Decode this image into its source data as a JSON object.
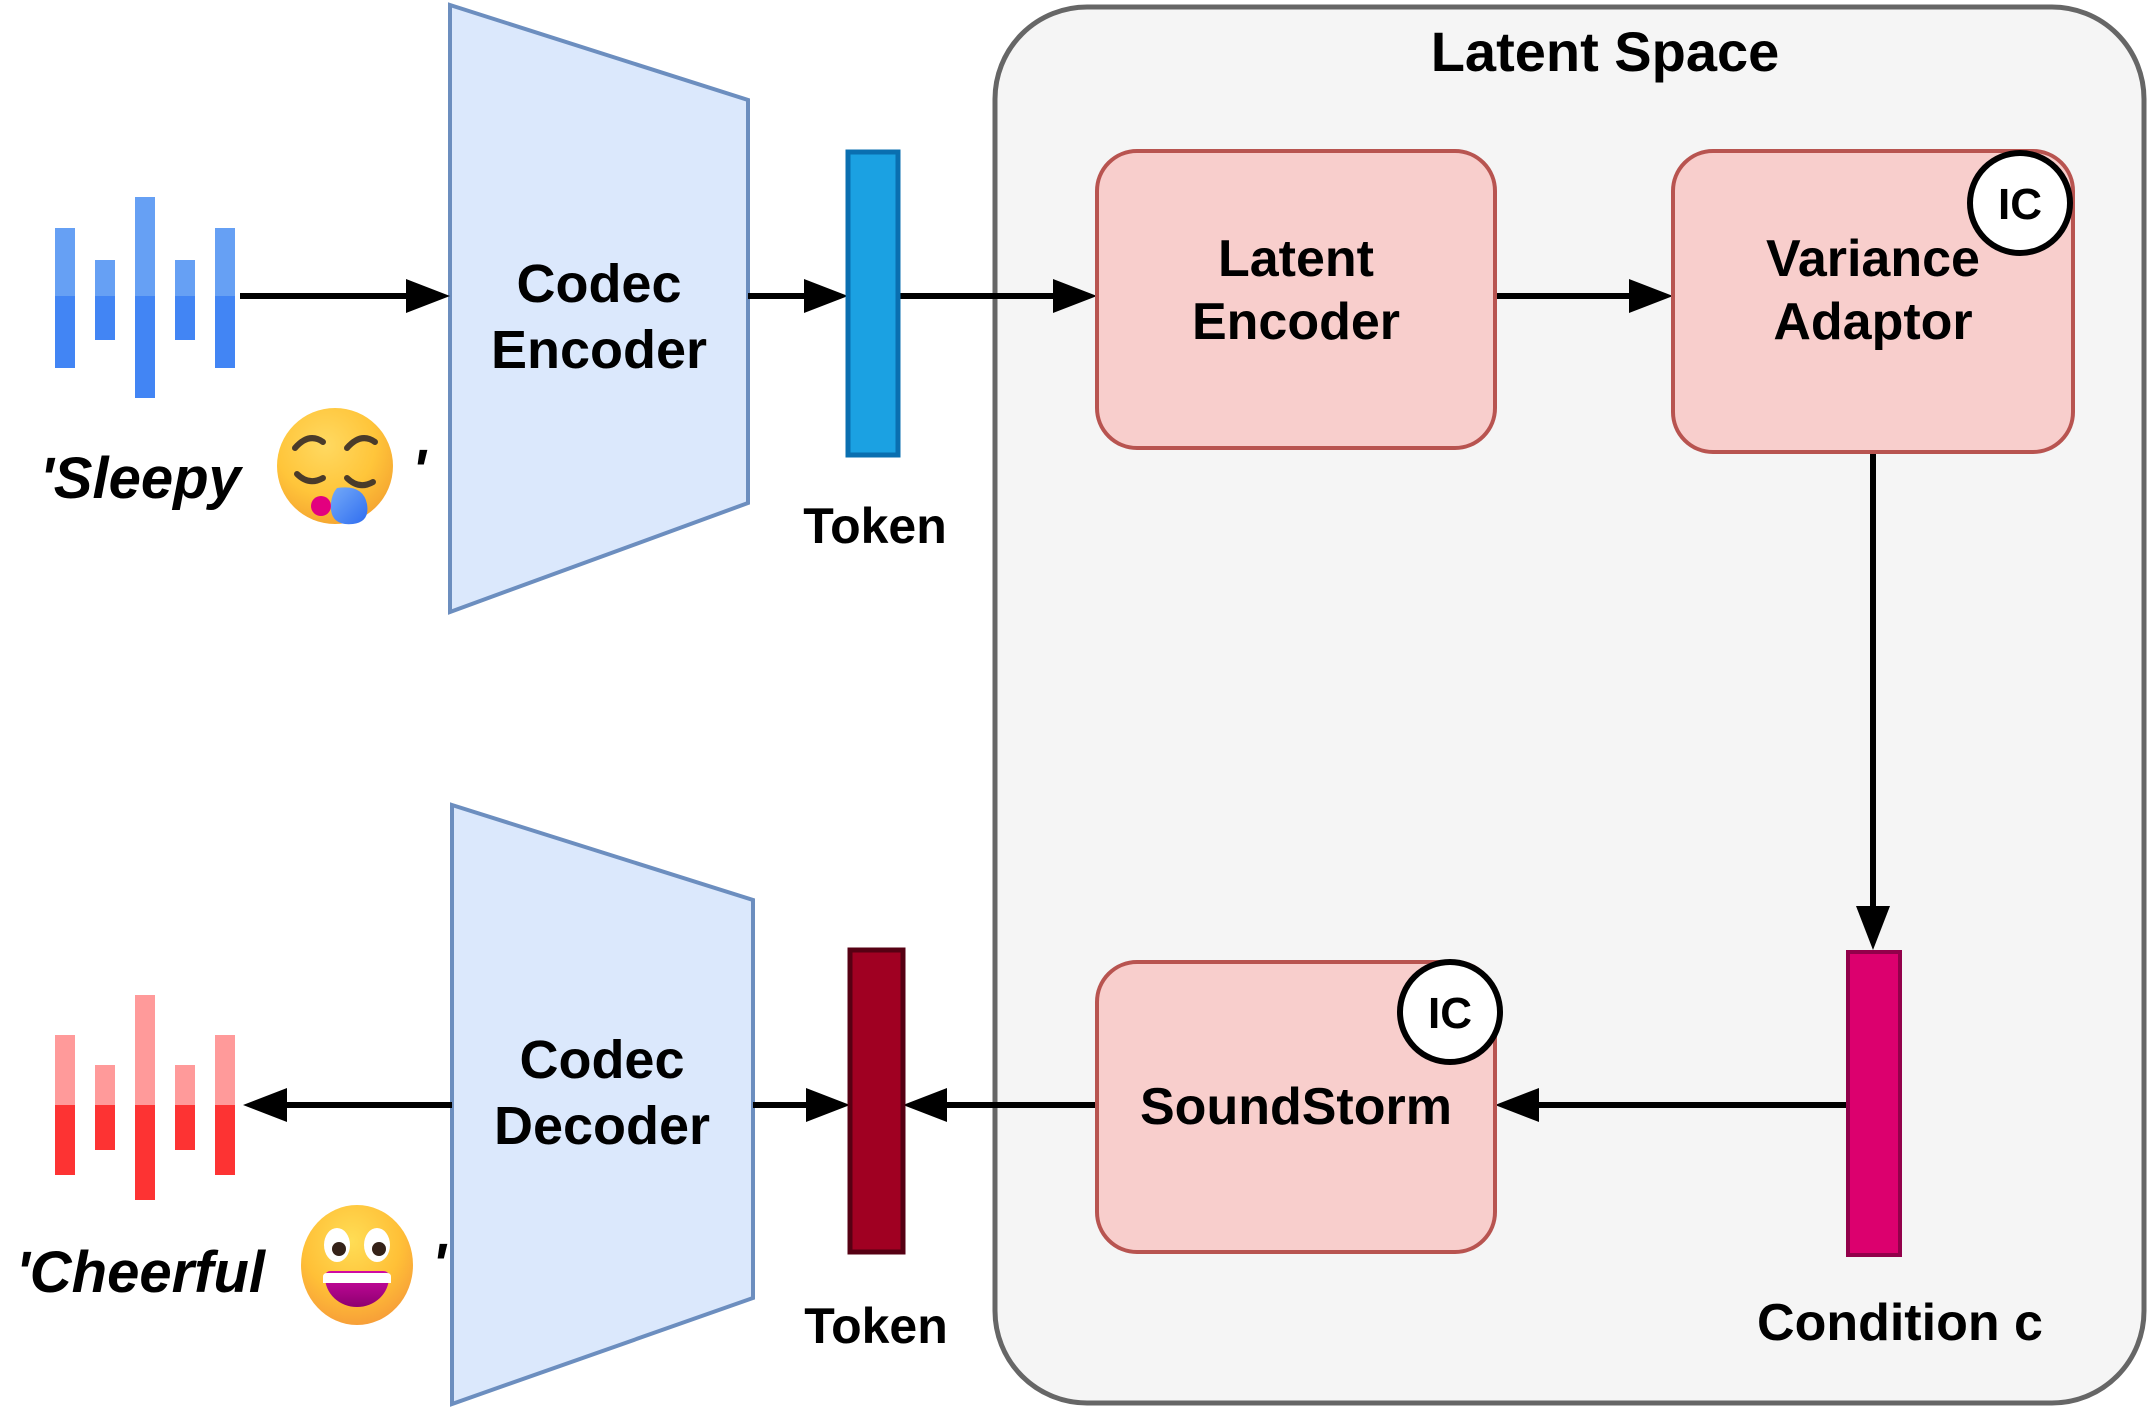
{
  "diagram": {
    "title": "Latent Space",
    "blocks": {
      "codec_encoder": {
        "line1": "Codec",
        "line2": "Encoder"
      },
      "codec_decoder": {
        "line1": "Codec",
        "line2": "Decoder"
      },
      "latent_encoder": {
        "line1": "Latent",
        "line2": "Encoder"
      },
      "variance_adaptor": {
        "line1": "Variance",
        "line2": "Adaptor"
      },
      "soundstorm": {
        "label": "SoundStorm"
      }
    },
    "badges": {
      "ic": "IC"
    },
    "tokens": {
      "top_label": "Token",
      "bottom_label": "Token"
    },
    "condition": {
      "label": "Condition c"
    },
    "captions": {
      "sleepy_prefix": "'Sleepy",
      "sleepy_suffix": "'",
      "sleepy_emoji": "sleepy-face",
      "cheerful_prefix": "'Cheerful",
      "cheerful_suffix": "'",
      "cheerful_emoji": "grinning-face"
    },
    "colors": {
      "trapezoid_fill": "#dbe8fc",
      "trapezoid_border": "#6c8ebf",
      "pink_box_fill": "#f8cecc",
      "pink_box_border": "#b85450",
      "container_fill": "#f5f5f5",
      "container_border": "#666666",
      "token_top_fill": "#1ba1e2",
      "token_top_border": "#0a6fb0",
      "token_bottom_fill": "#a00022",
      "token_bottom_border": "#560013",
      "condition_fill": "#dc006e",
      "condition_border": "#92004a",
      "waveform_blue_light": "#66a0f4",
      "waveform_blue_dark": "#4285f4",
      "waveform_red_light": "#ff9a9a",
      "waveform_red_dark": "#fd3333",
      "arrow": "#000000",
      "text": "#000000"
    }
  }
}
